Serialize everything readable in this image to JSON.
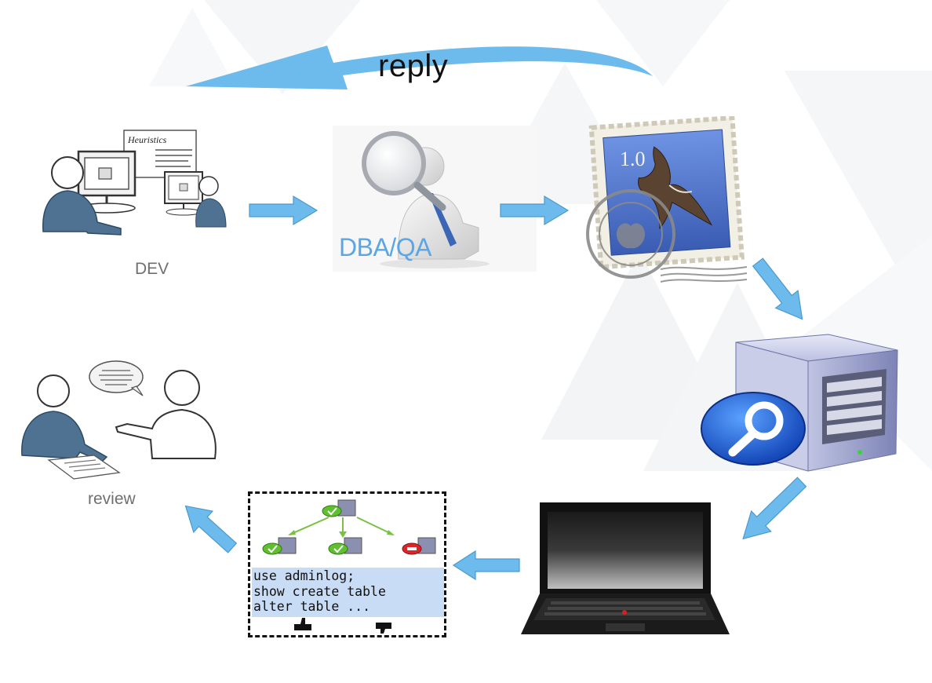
{
  "diagram": {
    "reply_label": "reply",
    "dev_label": "DEV",
    "dev_paper_title": "Heuristics",
    "dbaqa_label": "DBA/QA",
    "stamp_value": "1.0",
    "review_label": "review",
    "code_lines": [
      "use adminlog;",
      "show create table",
      "alter table ..."
    ]
  },
  "colors": {
    "arrow": "#6dbbed",
    "person_fill": "#4f7192",
    "dba_text": "#5aa6e6",
    "stamp_blue": "#4a6fc9",
    "code_bg": "#c9dcf6",
    "check_green": "#5fbf2f",
    "cross_red": "#d8262b"
  },
  "icons": [
    "dev-workstation-illustration",
    "magnifier-person-icon",
    "mail-stamp-icon",
    "server-search-icon",
    "laptop-icon",
    "review-people-illustration",
    "thumbs-up-icon",
    "thumbs-down-icon"
  ]
}
